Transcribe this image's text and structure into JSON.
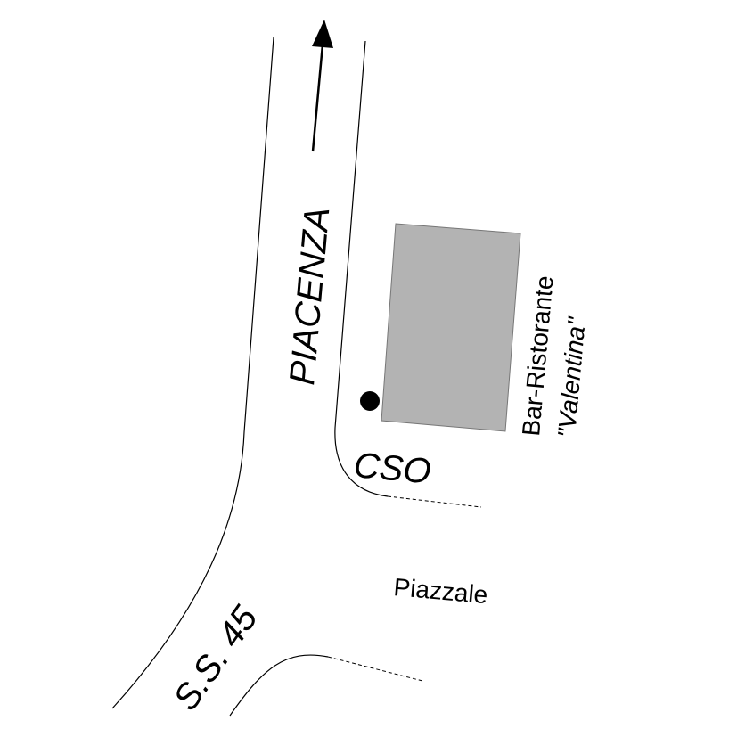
{
  "map": {
    "streets": {
      "main_road_label": "PIACENZA",
      "corner_label": "CSO",
      "highway_label": "S.S. 45",
      "square_label": "Piazzale"
    },
    "building": {
      "name_line_1": "Bar-Ristorante",
      "name_line_2": "\"Valentina\"",
      "fill_color": "#b3b3b3",
      "stroke_color": "#777777"
    },
    "marker": {
      "icon": "location-dot-icon",
      "color": "#000000"
    },
    "direction": {
      "icon": "north-arrow-icon"
    }
  }
}
